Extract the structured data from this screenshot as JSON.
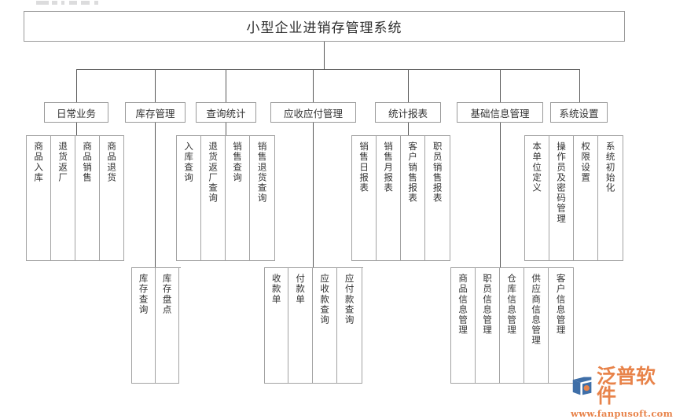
{
  "diagram": {
    "title": "小型企业进销存管理系统",
    "root_name": "root-title-box",
    "branches": [
      {
        "id": "daily-business",
        "label": "日常业务",
        "row": "upper",
        "children": [
          "商品入库",
          "退货返厂",
          "商品销售",
          "商品退货"
        ]
      },
      {
        "id": "inventory-management",
        "label": "库存管理",
        "row": "lower",
        "children": [
          "库存查询",
          "库存盘点"
        ]
      },
      {
        "id": "query-statistics",
        "label": "查询统计",
        "row": "upper",
        "children": [
          "入库查询",
          "退货返厂查询",
          "销售查询",
          "销售退货查询"
        ]
      },
      {
        "id": "receivable-payable-management",
        "label": "应收应付管理",
        "row": "lower",
        "children": [
          "收款单",
          "付款单",
          "应收款查询",
          "应付款查询"
        ]
      },
      {
        "id": "statistical-reports",
        "label": "统计报表",
        "row": "upper",
        "children": [
          "销售日报表",
          "销售月报表",
          "客户销售报表",
          "职员销售报表"
        ]
      },
      {
        "id": "basic-information-management",
        "label": "基础信息管理",
        "row": "lower",
        "children": [
          "商品信息管理",
          "职员信息管理",
          "仓库信息管理",
          "供应商信息管理",
          "客户信息管理"
        ]
      },
      {
        "id": "system-settings",
        "label": "系统设置",
        "row": "upper",
        "children": [
          "本单位定义",
          "操作员及密码管理",
          "权限设置",
          "系统初始化"
        ]
      }
    ]
  },
  "watermark": {
    "brand": "泛普软件",
    "url": "www.fanpusoft.com",
    "brand_color": "#e8834a",
    "mark_color_blue": "#3f6fa8",
    "mark_color_orange": "#e8834a"
  },
  "colors": {
    "box_border": "#9a9a9a",
    "line": "#585858",
    "text": "#333333",
    "background": "#ffffff"
  }
}
